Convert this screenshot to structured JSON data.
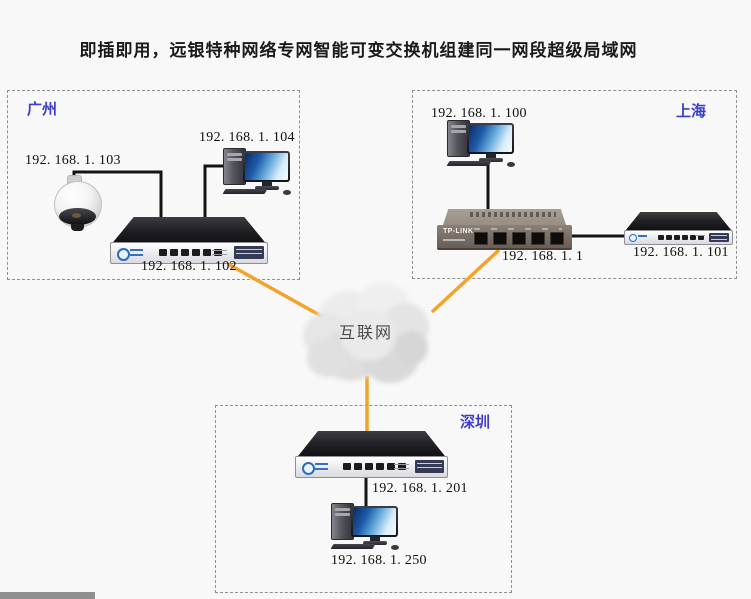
{
  "title": "即插即用，远银特种网络专网智能可变交换机组建同一网段超级局域网",
  "cloud": {
    "label": "互联网"
  },
  "regions": {
    "guangzhou": {
      "name": "广州",
      "camera_ip": "192. 168. 1. 103",
      "pc_ip": "192. 168. 1. 104",
      "switch_ip": "192. 168. 1. 102"
    },
    "shanghai": {
      "name": "上海",
      "pc_ip": "192. 168. 1. 100",
      "router_brand": "TP-LINK",
      "router_ip": "192. 168. 1. 1",
      "switch_ip": "192. 168. 1. 101"
    },
    "shenzhen": {
      "name": "深圳",
      "switch_ip": "192. 168. 1. 201",
      "pc_ip": "192. 168. 1. 250"
    }
  },
  "links": [
    {
      "from": "guangzhou-camera",
      "to": "guangzhou-switch",
      "type": "lan"
    },
    {
      "from": "guangzhou-pc",
      "to": "guangzhou-switch",
      "type": "lan"
    },
    {
      "from": "guangzhou-switch",
      "to": "internet-cloud",
      "type": "wan"
    },
    {
      "from": "shanghai-pc",
      "to": "shanghai-router",
      "type": "lan"
    },
    {
      "from": "shanghai-router",
      "to": "shanghai-switch",
      "type": "lan"
    },
    {
      "from": "shanghai-router",
      "to": "internet-cloud",
      "type": "wan"
    },
    {
      "from": "internet-cloud",
      "to": "shenzhen-switch",
      "type": "wan"
    },
    {
      "from": "shenzhen-switch",
      "to": "shenzhen-pc",
      "type": "lan"
    }
  ],
  "colors": {
    "wan_link": "#f3a32a",
    "lan_link": "#141414",
    "region_label": "#3d3dcb",
    "region_border": "#8f8f8f",
    "background": "#f8f8f8"
  }
}
